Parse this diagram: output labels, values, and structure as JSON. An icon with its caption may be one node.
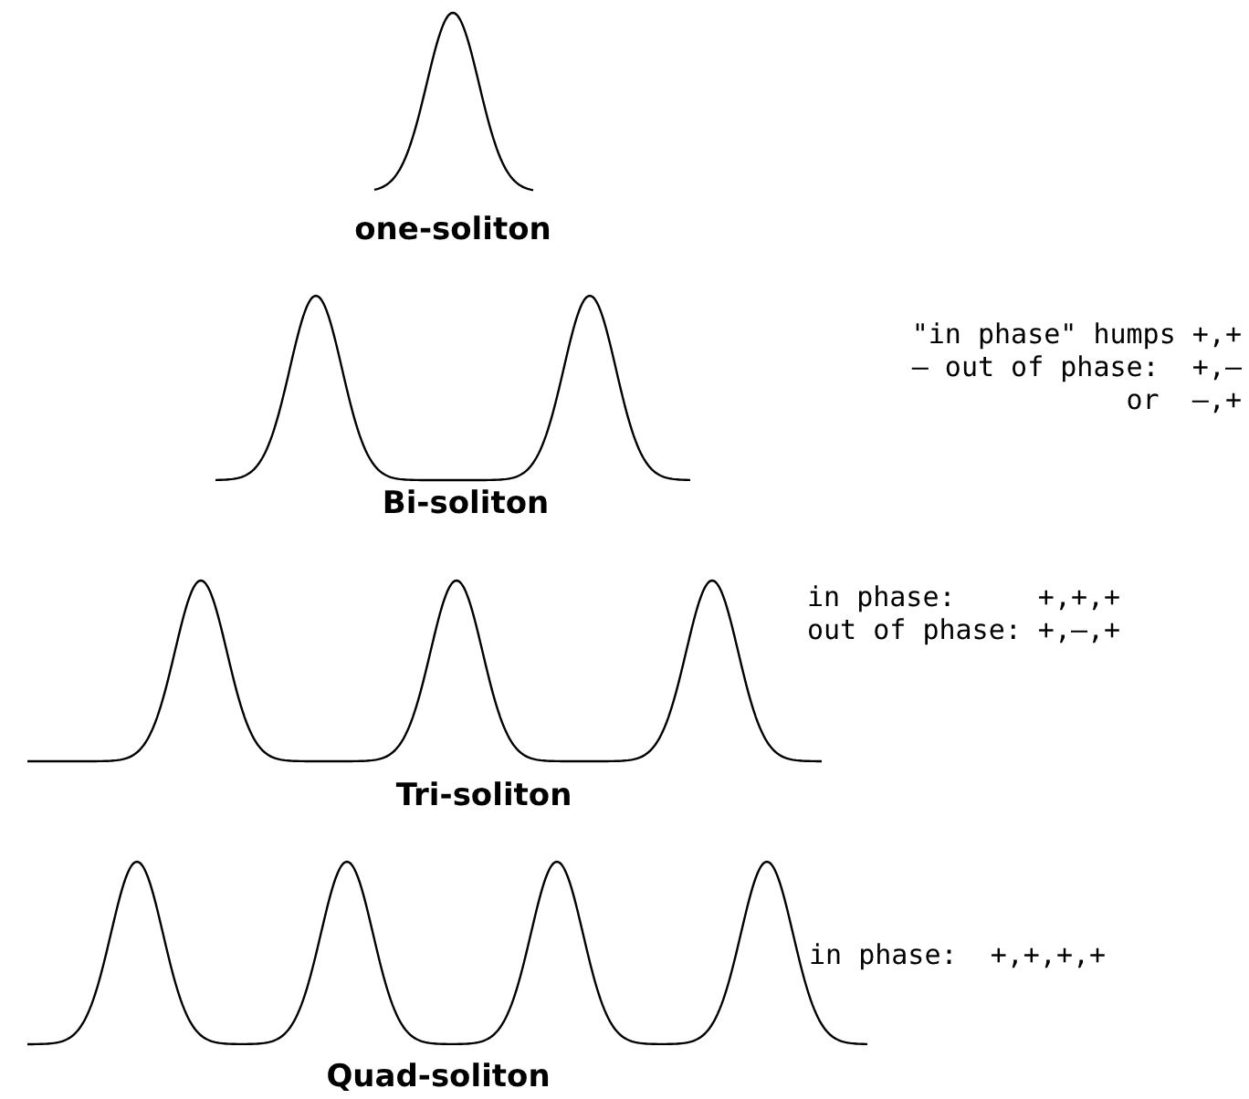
{
  "diagram": {
    "labels": [
      "one-soliton",
      "\"in phase\" humps +,+",
      "– out of phase:  +,–",
      "or  –,+",
      "Bi-soliton",
      "in phase:     +,+,+",
      "out of phase: +,–,+",
      "Tri-soliton",
      "in phase:  +,+,+,+",
      "Quad-soliton"
    ]
  }
}
